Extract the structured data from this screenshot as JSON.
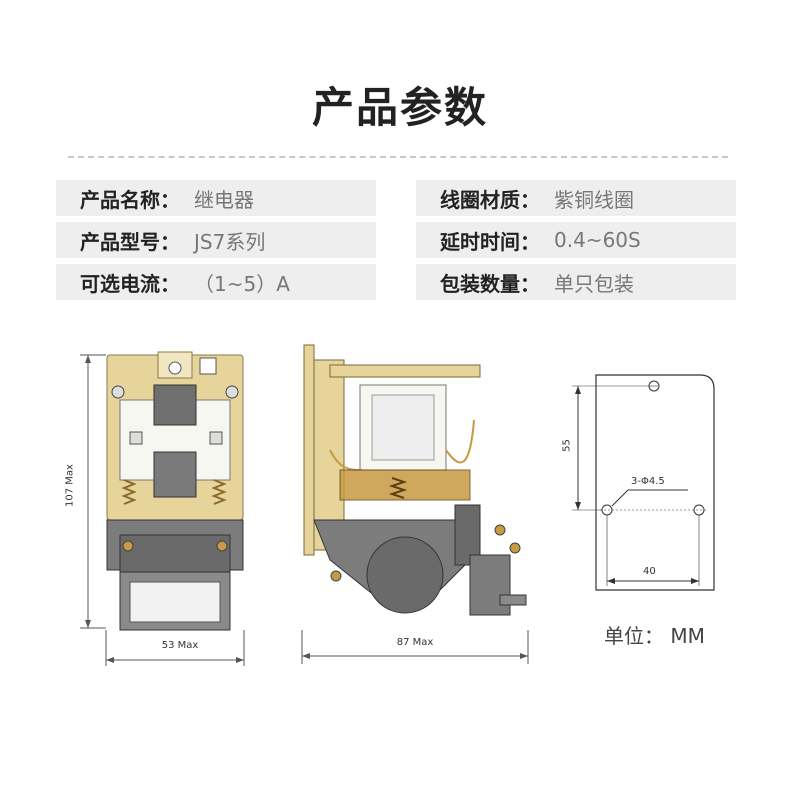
{
  "header": {
    "title": "产品参数"
  },
  "specs": {
    "left": [
      {
        "key": "产品名称：",
        "value": "继电器"
      },
      {
        "key": "产品型号：",
        "value": "JS7系列"
      },
      {
        "key": "可选电流：",
        "value": "（1~5）A"
      }
    ],
    "right": [
      {
        "key": "线圈材质：",
        "value": "紫铜线圈"
      },
      {
        "key": "延时时间：",
        "value": "0.4~60S"
      },
      {
        "key": "包装数量：",
        "value": "单只包装"
      }
    ]
  },
  "drawings": {
    "front_height": "107 Max",
    "front_width": "53 Max",
    "side_width": "87 Max",
    "mount_height": "55",
    "mount_holes": "3-Φ4.5",
    "mount_spacing": "40"
  },
  "unit_label": "单位：  MM",
  "colors": {
    "frame": "#e6d49a",
    "gray": "#7c7c7c",
    "copper": "#c79a43"
  }
}
